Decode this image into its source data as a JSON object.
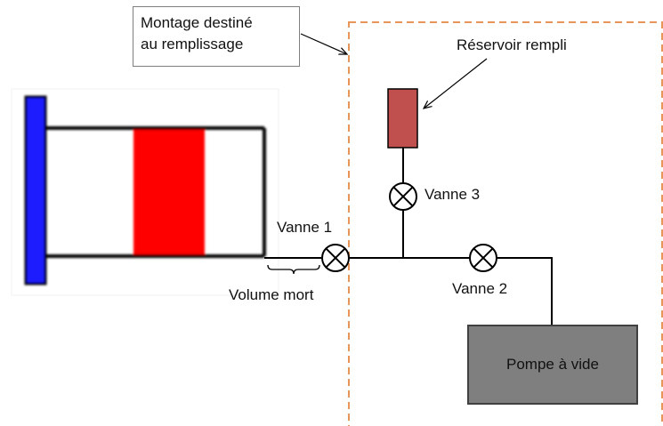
{
  "callout": {
    "line1": "Montage destiné",
    "line2": "au remplissage"
  },
  "labels": {
    "reservoir": "Réservoir rempli",
    "vanne1": "Vanne 1",
    "vanne2": "Vanne 2",
    "vanne3": "Vanne 3",
    "volume_mort": "Volume mort",
    "pompe": "Pompe à vide"
  },
  "colors": {
    "frame_dashed": "#e8955a",
    "piston_blue": "#1a1aff",
    "sample_red": "#ff0000",
    "reservoir_fill": "#c0504d",
    "pump_fill": "#7f7f7f",
    "line": "#000000"
  },
  "icons": {
    "valve": "valve-icon"
  }
}
